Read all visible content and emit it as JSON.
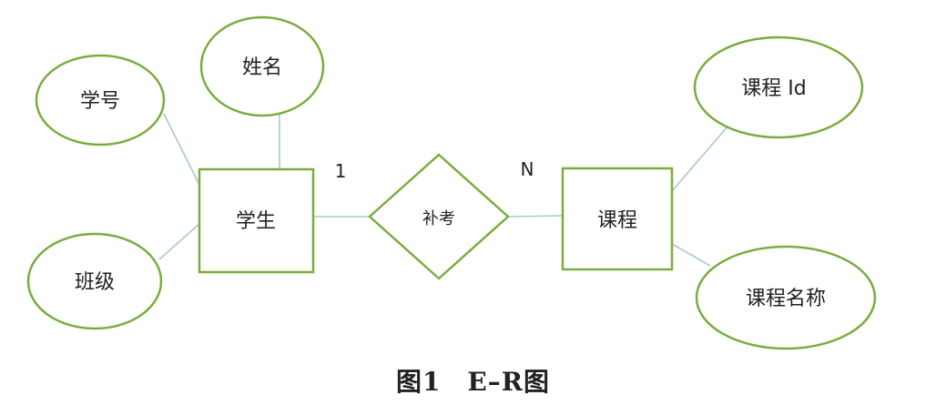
{
  "diagram": {
    "stroke_color": "#7aad3f",
    "line_color": "#a9c8cf",
    "entities": [
      {
        "id": "student",
        "label": "学生"
      },
      {
        "id": "course",
        "label": "课程"
      }
    ],
    "relationship": {
      "id": "makeup",
      "label": "补考"
    },
    "attributes": [
      {
        "id": "student-id",
        "label": "学号",
        "entity": "student"
      },
      {
        "id": "student-name",
        "label": "姓名",
        "entity": "student"
      },
      {
        "id": "student-class",
        "label": "班级",
        "entity": "student"
      },
      {
        "id": "course-id",
        "label": "课程 Id",
        "entity": "course"
      },
      {
        "id": "course-name",
        "label": "课程名称",
        "entity": "course"
      }
    ],
    "cardinality": {
      "student_side": "1",
      "course_side": "N"
    }
  },
  "caption": "图1　E–R图"
}
